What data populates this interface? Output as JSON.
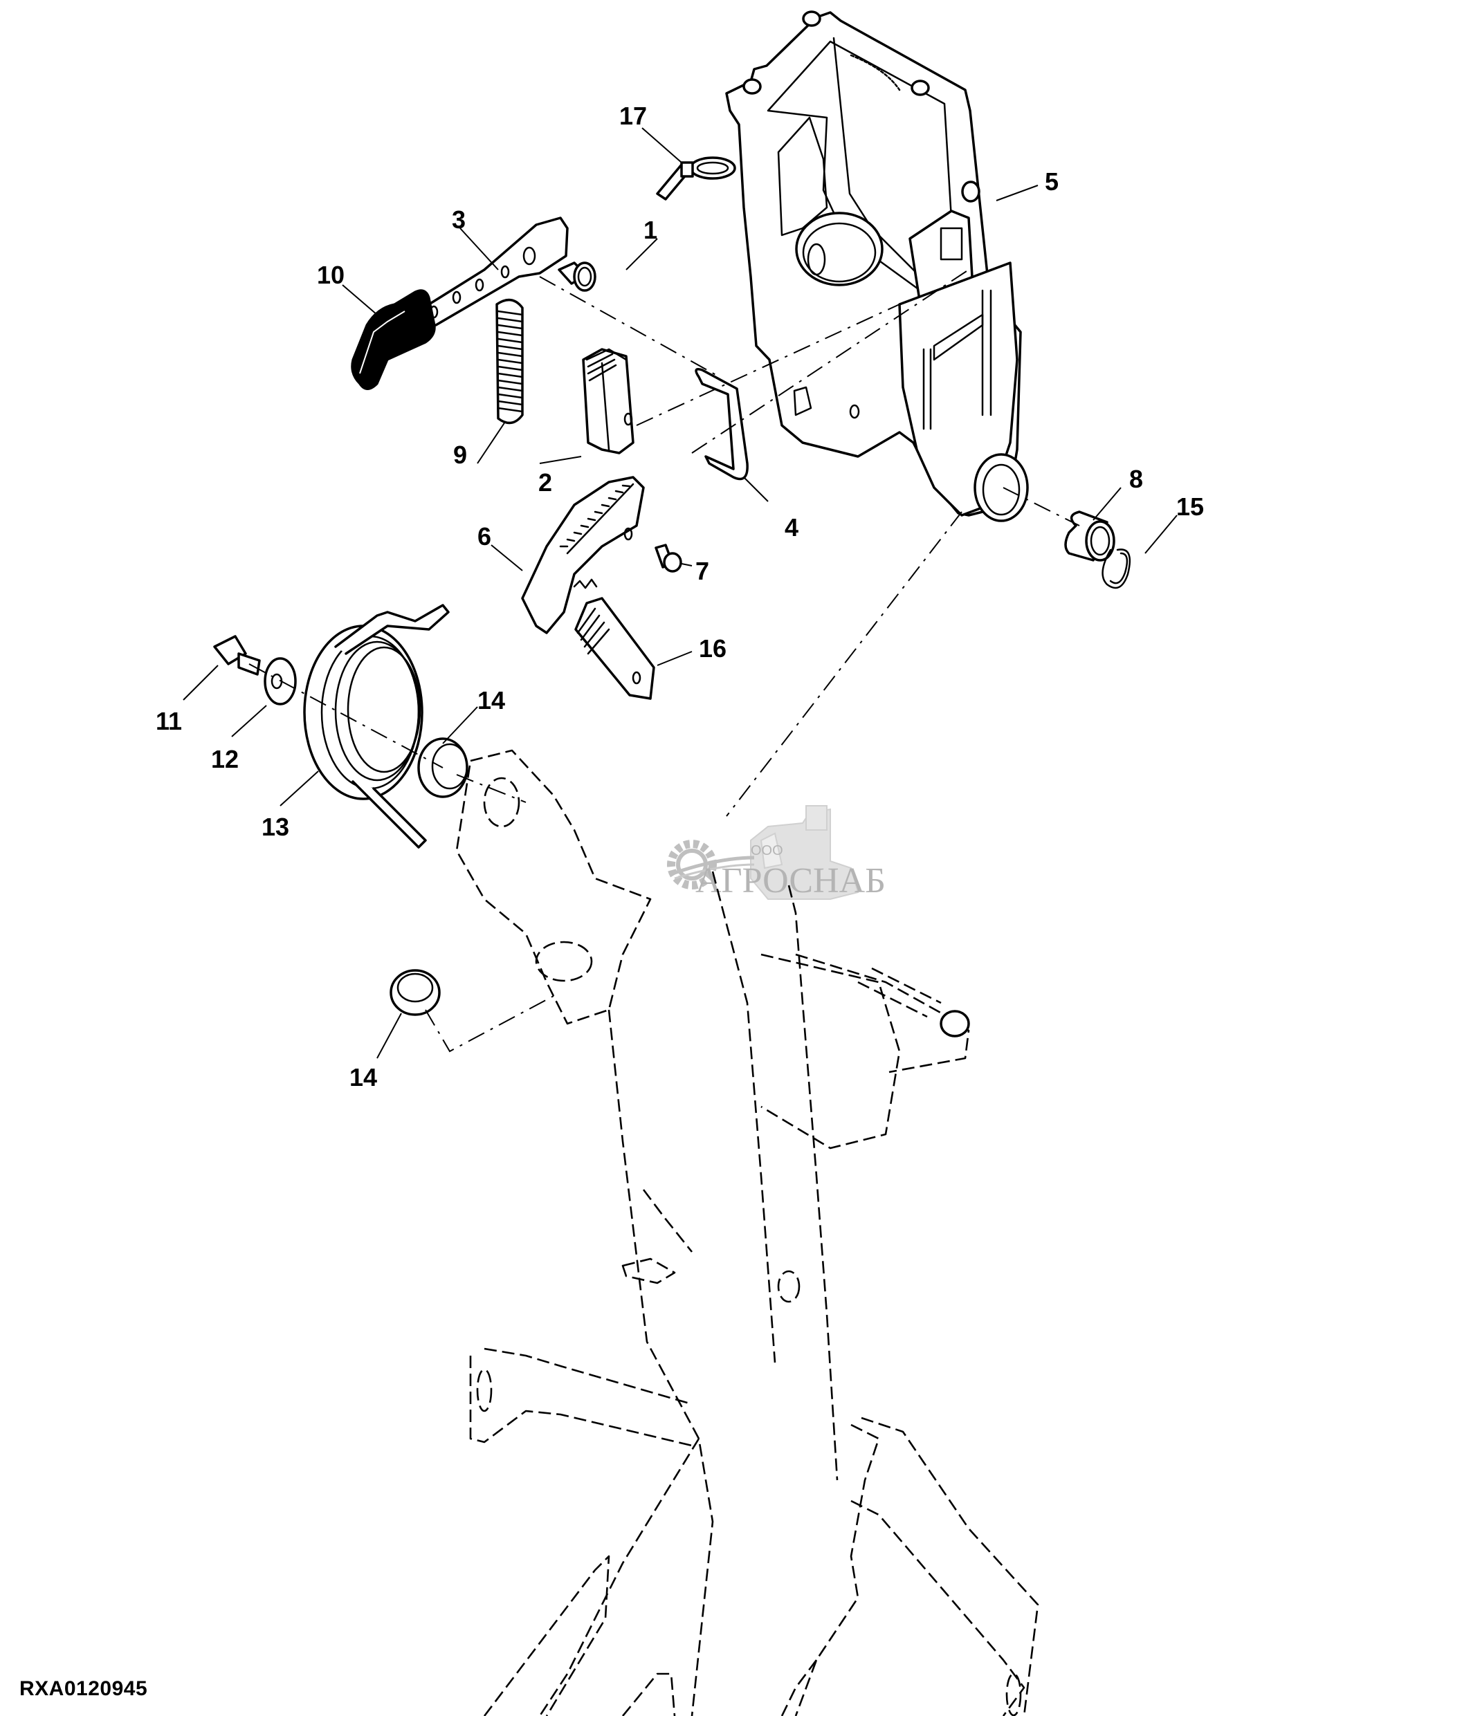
{
  "figure": {
    "id": "RXA0120945",
    "line_color": "#000000",
    "background": "#ffffff"
  },
  "callouts": [
    {
      "number": "1"
    },
    {
      "number": "2"
    },
    {
      "number": "3"
    },
    {
      "number": "4"
    },
    {
      "number": "5"
    },
    {
      "number": "6"
    },
    {
      "number": "7"
    },
    {
      "number": "8"
    },
    {
      "number": "9"
    },
    {
      "number": "10"
    },
    {
      "number": "11"
    },
    {
      "number": "12"
    },
    {
      "number": "13"
    },
    {
      "number": "14"
    },
    {
      "number": "14"
    },
    {
      "number": "15"
    },
    {
      "number": "16"
    },
    {
      "number": "17"
    }
  ],
  "watermark": {
    "prefix": "ООО",
    "name": "АГРОСНАБ",
    "color": "#a8a8a8",
    "icons": [
      "gear-icon",
      "combine-harvester-icon"
    ]
  }
}
